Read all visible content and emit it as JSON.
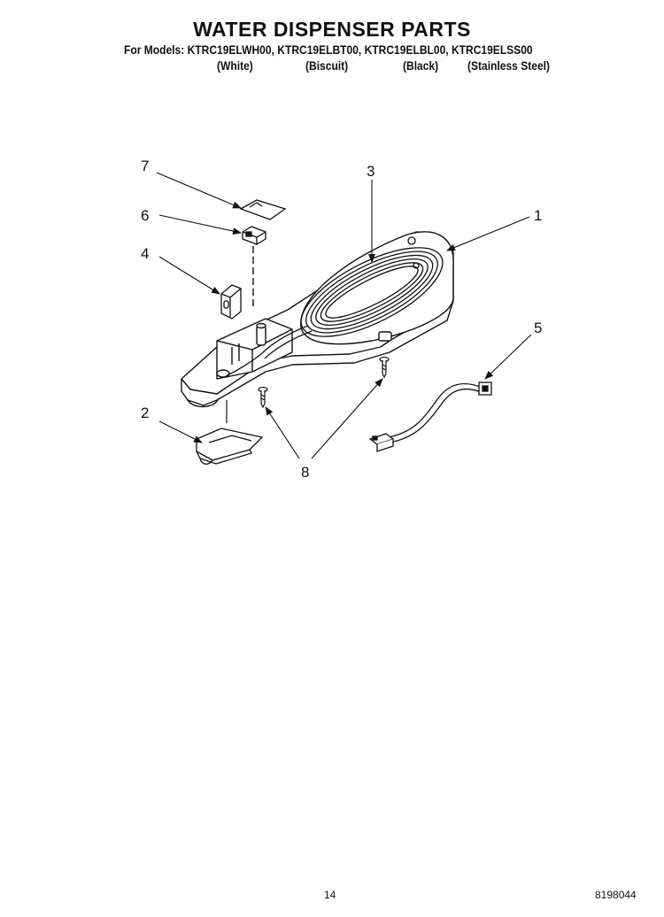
{
  "title": "WATER DISPENSER PARTS",
  "models_line": "For Models: KTRC19ELWH00, KTRC19ELBT00, KTRC19ELBL00, KTRC19ELSS00",
  "variants": [
    "(White)",
    "(Biscuit)",
    "(Black)",
    "(Stainless Steel)"
  ],
  "callouts": [
    "1",
    "2",
    "3",
    "4",
    "5",
    "6",
    "7",
    "8"
  ],
  "page_number": "14",
  "document_number": "8198044"
}
